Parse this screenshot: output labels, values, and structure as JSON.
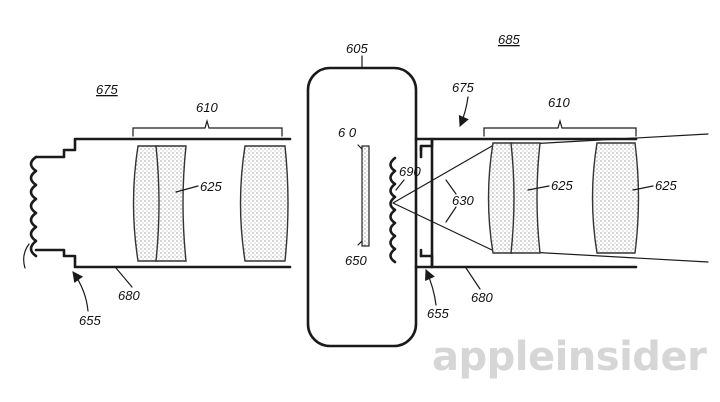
{
  "labels": {
    "fig_left": "675",
    "fig_right": "685",
    "housing": "605",
    "lens_group_left": "610",
    "lens_group_right": "610",
    "lens_left": "625",
    "lens_right_a": "625",
    "lens_right_b": "625",
    "sensor_top": "6 0",
    "sensor_bottom": "650",
    "tube_left": "680",
    "tube_right": "680",
    "mount_left": "655",
    "mount_right": "655",
    "cover": "690",
    "cone": "630",
    "arrow_right": "675"
  },
  "watermark": "appleinsider",
  "colors": {
    "ink": "#1a1a1a",
    "watermark": "#d6d6d6"
  }
}
